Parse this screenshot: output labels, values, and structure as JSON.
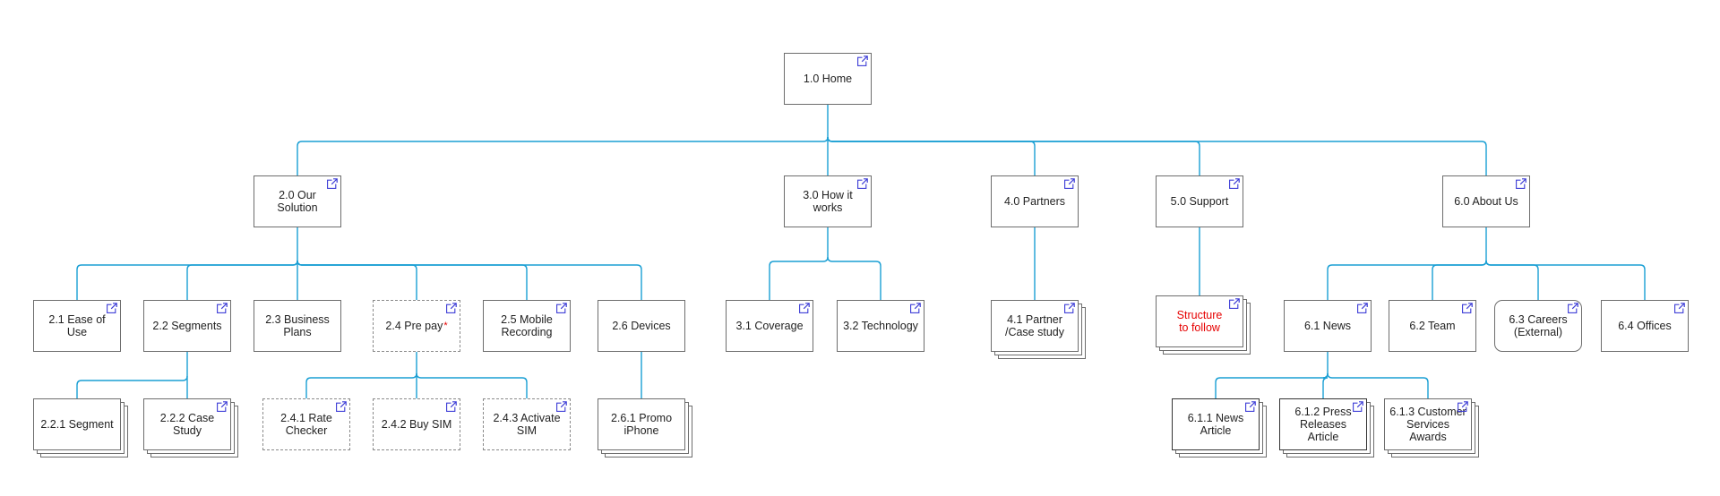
{
  "colors": {
    "connector": "#1a9fd4",
    "link_icon": "#3b3bd6",
    "border": "#6d6d6d",
    "highlight_text": "#e60000"
  },
  "icons": {
    "link": "external-link-icon"
  },
  "nodes": [
    {
      "id": "n10",
      "label": "1.0 Home",
      "link": true
    },
    {
      "id": "n20",
      "label": "2.0 Our Solution",
      "link": true
    },
    {
      "id": "n30",
      "label": "3.0 How it works",
      "link": true
    },
    {
      "id": "n40",
      "label": "4.0 Partners",
      "link": true
    },
    {
      "id": "n50",
      "label": "5.0 Support",
      "link": true
    },
    {
      "id": "n60",
      "label": "6.0 About Us",
      "link": true
    },
    {
      "id": "n21",
      "label": "2.1 Ease of Use",
      "link": true
    },
    {
      "id": "n22",
      "label": "2.2 Segments",
      "link": true
    },
    {
      "id": "n23",
      "label": "2.3 Business\nPlans",
      "link": false
    },
    {
      "id": "n24",
      "label": "2.4 Pre pay",
      "link": true,
      "style": "dashed",
      "required_marker": "*"
    },
    {
      "id": "n25",
      "label": "2.5 Mobile\nRecording",
      "link": true
    },
    {
      "id": "n26",
      "label": "2.6 Devices",
      "link": false
    },
    {
      "id": "n31",
      "label": "3.1 Coverage",
      "link": true
    },
    {
      "id": "n32",
      "label": "3.2 Technology",
      "link": true
    },
    {
      "id": "n41",
      "label": "4.1 Partner\n/Case study",
      "link": true,
      "stack": true
    },
    {
      "id": "n5s",
      "label": "Structure\nto follow",
      "link": true,
      "stack": true,
      "highlight": true
    },
    {
      "id": "n61",
      "label": "6.1 News",
      "link": true
    },
    {
      "id": "n62",
      "label": "6.2 Team",
      "link": true
    },
    {
      "id": "n63",
      "label": "6.3 Careers\n(External)",
      "link": true,
      "style": "rounded"
    },
    {
      "id": "n64",
      "label": "6.4 Offices",
      "link": true
    },
    {
      "id": "n221",
      "label": "2.2.1 Segment",
      "link": false,
      "stack": true
    },
    {
      "id": "n222",
      "label": "2.2.2 Case\nStudy",
      "link": true,
      "stack": true
    },
    {
      "id": "n241",
      "label": "2.4.1 Rate\nChecker",
      "link": true,
      "style": "dashed"
    },
    {
      "id": "n242",
      "label": "2.4.2 Buy SIM",
      "link": true,
      "style": "dashed"
    },
    {
      "id": "n243",
      "label": "2.4.3 Activate\nSIM",
      "link": true,
      "style": "dashed"
    },
    {
      "id": "n261",
      "label": "2.6.1 Promo\niPhone",
      "link": false,
      "stack": true
    },
    {
      "id": "n611",
      "label": "6.1.1 News\nArticle",
      "link": true,
      "stack": true,
      "bold_border": true
    },
    {
      "id": "n612",
      "label": "6.1.2 Press\nReleases Article",
      "link": true,
      "stack": true,
      "bold_border": true
    },
    {
      "id": "n613",
      "label": "6.1.3 Customer\nServices Awards",
      "link": true,
      "stack": true
    }
  ],
  "edges": [
    [
      "n10",
      "n20"
    ],
    [
      "n10",
      "n30"
    ],
    [
      "n10",
      "n40"
    ],
    [
      "n10",
      "n50"
    ],
    [
      "n10",
      "n60"
    ],
    [
      "n20",
      "n21"
    ],
    [
      "n20",
      "n22"
    ],
    [
      "n20",
      "n23"
    ],
    [
      "n20",
      "n24"
    ],
    [
      "n20",
      "n25"
    ],
    [
      "n20",
      "n26"
    ],
    [
      "n30",
      "n31"
    ],
    [
      "n30",
      "n32"
    ],
    [
      "n40",
      "n41"
    ],
    [
      "n50",
      "n5s"
    ],
    [
      "n60",
      "n61"
    ],
    [
      "n60",
      "n62"
    ],
    [
      "n60",
      "n63"
    ],
    [
      "n60",
      "n64"
    ],
    [
      "n22",
      "n221"
    ],
    [
      "n22",
      "n222"
    ],
    [
      "n24",
      "n241"
    ],
    [
      "n24",
      "n242"
    ],
    [
      "n24",
      "n243"
    ],
    [
      "n26",
      "n261"
    ],
    [
      "n61",
      "n611"
    ],
    [
      "n61",
      "n612"
    ],
    [
      "n61",
      "n613"
    ]
  ]
}
